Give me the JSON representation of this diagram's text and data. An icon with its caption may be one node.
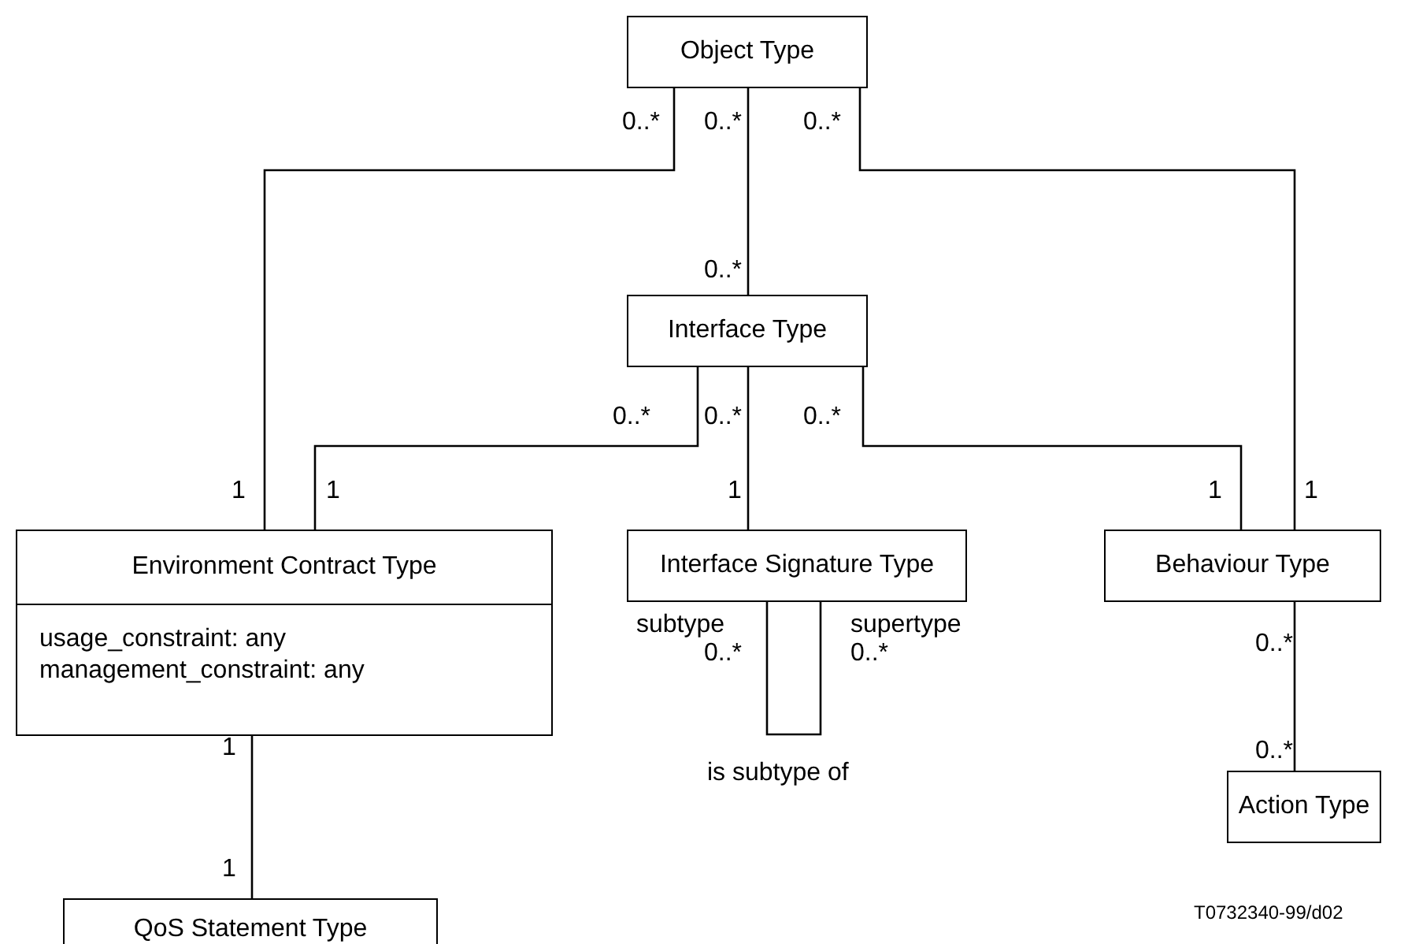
{
  "diagram": {
    "nodes": [
      {
        "text": [
          "Object Type"
        ]
      },
      {
        "text": [
          "Interface Type"
        ]
      },
      {
        "text": [
          "Environment Contract Type",
          "usage_constraint: any",
          "management_constraint: any"
        ]
      },
      {
        "text": [
          "Interface Signature Type"
        ]
      },
      {
        "text": [
          "Behaviour Type"
        ]
      },
      {
        "text": [
          "Action Type"
        ]
      },
      {
        "text": [
          "QoS Statement Type"
        ]
      }
    ],
    "edges": [
      {
        "from": 0,
        "to": 2,
        "arrow": "none"
      },
      {
        "from": 0,
        "to": 1,
        "arrow": "none"
      },
      {
        "from": 0,
        "to": 4,
        "arrow": "none"
      },
      {
        "from": 1,
        "to": 2,
        "arrow": "none"
      },
      {
        "from": 1,
        "to": 3,
        "arrow": "none"
      },
      {
        "from": 1,
        "to": 4,
        "arrow": "none"
      },
      {
        "from": 3,
        "to": 3,
        "arrow": "none",
        "label": "is subtype of"
      },
      {
        "from": 2,
        "to": 6,
        "arrow": "other"
      },
      {
        "from": 4,
        "to": 5,
        "arrow": "none"
      }
    ],
    "labels": [
      "0..*",
      "0..*",
      "0..*",
      "0..*",
      "0..*",
      "0..*",
      "0..*",
      "1",
      "1",
      "1",
      "1",
      "1",
      "subtype",
      "supertype",
      "0..*",
      "0..*",
      "0..*",
      "1",
      "0..*",
      "1",
      "T0732340-99/d02"
    ]
  }
}
